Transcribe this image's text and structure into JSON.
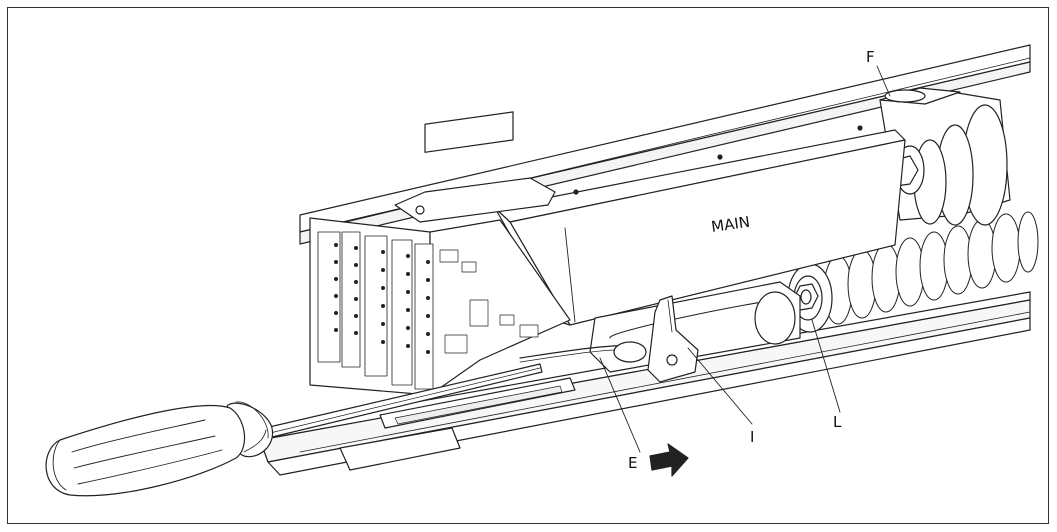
{
  "labels": {
    "main": "MAIN",
    "E": "E",
    "F": "F",
    "I": "I",
    "L": "L"
  }
}
